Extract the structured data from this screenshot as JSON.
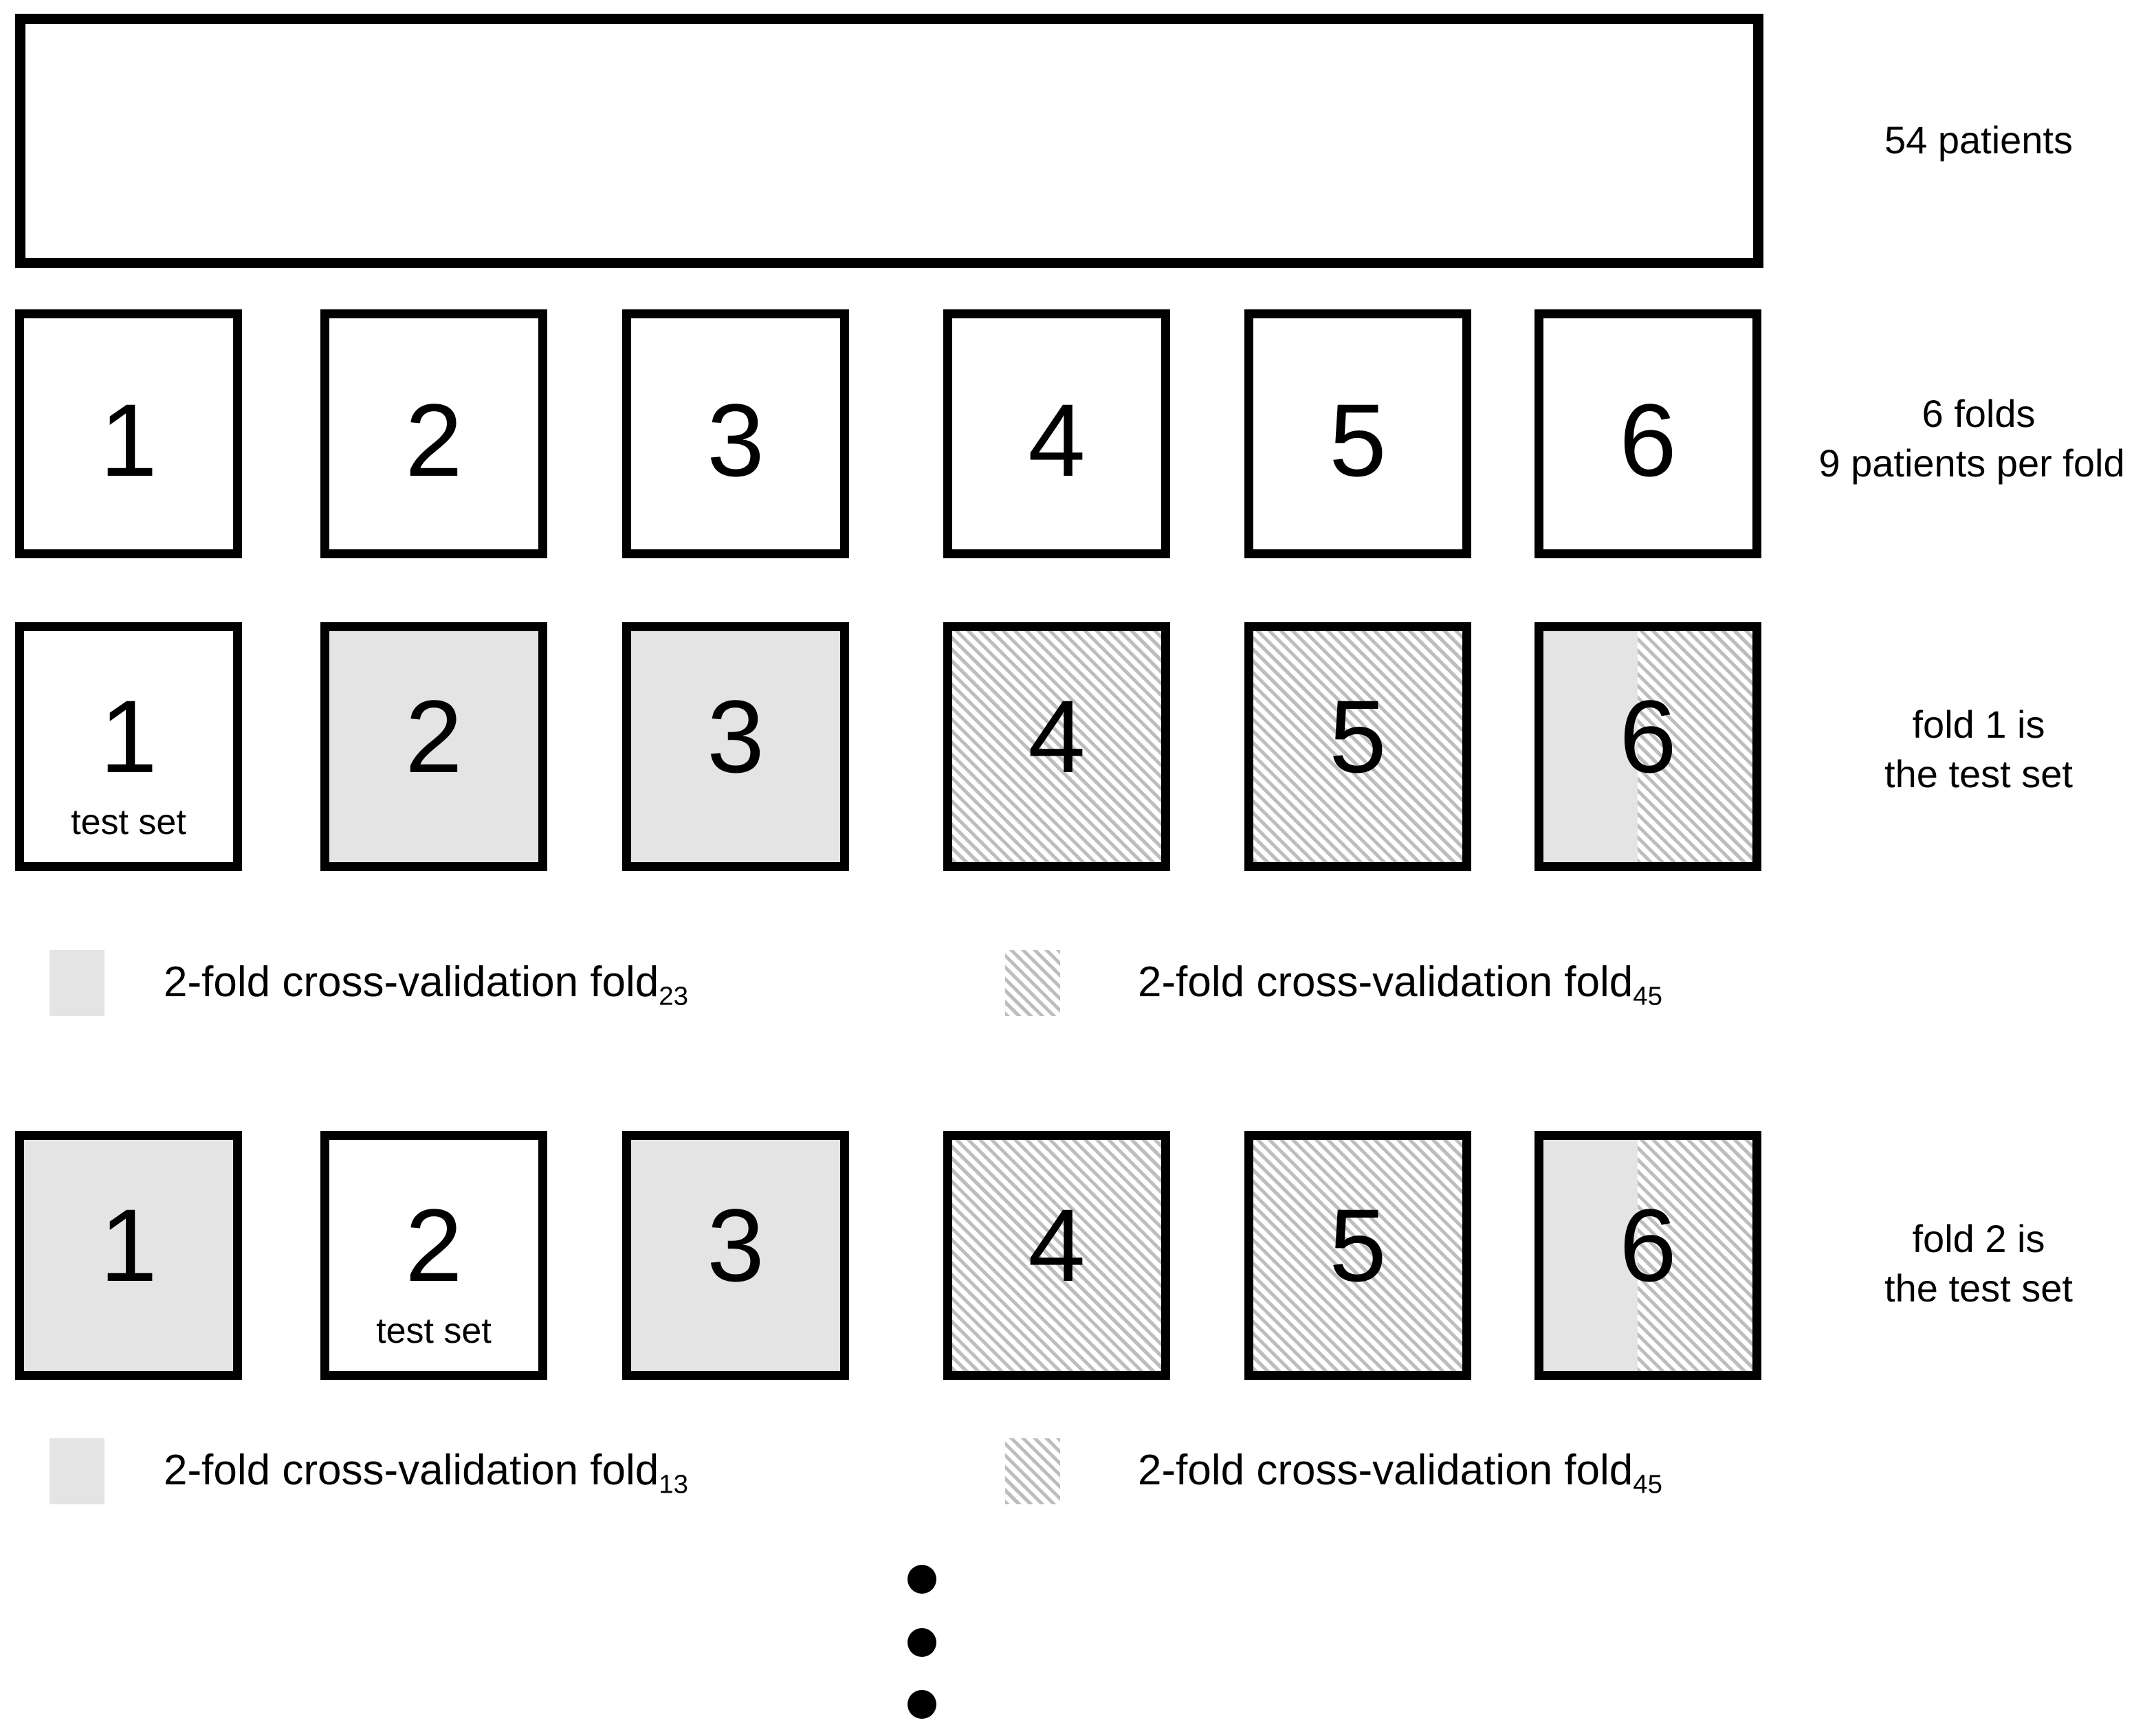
{
  "figure": {
    "title": "Nested cross-validation scheme diagram",
    "colors": {
      "outline": "#000000",
      "gray_fill": "#e4e4e4",
      "hatch_line": "#bdbdbd",
      "background": "#ffffff"
    }
  },
  "cohort": {
    "label": "54 patients",
    "count": 54
  },
  "folds_row": {
    "label_line1": "6 folds",
    "label_line2": "9 patients per fold",
    "boxes": [
      {
        "number": "1",
        "fill": "white"
      },
      {
        "number": "2",
        "fill": "white"
      },
      {
        "number": "3",
        "fill": "white"
      },
      {
        "number": "4",
        "fill": "white"
      },
      {
        "number": "5",
        "fill": "white"
      },
      {
        "number": "6",
        "fill": "white"
      }
    ]
  },
  "iteration1": {
    "label_line1": "fold 1 is",
    "label_line2": "the test set",
    "boxes": [
      {
        "number": "1",
        "fill": "white",
        "sublabel": "test set"
      },
      {
        "number": "2",
        "fill": "gray",
        "sublabel": ""
      },
      {
        "number": "3",
        "fill": "gray",
        "sublabel": ""
      },
      {
        "number": "4",
        "fill": "hatch",
        "sublabel": ""
      },
      {
        "number": "5",
        "fill": "hatch",
        "sublabel": ""
      },
      {
        "number": "6",
        "fill": "split",
        "sublabel": ""
      }
    ],
    "legend": [
      {
        "swatch": "gray",
        "text": "2-fold cross-validation fold",
        "subscript": "23"
      },
      {
        "swatch": "hatch",
        "text": "2-fold cross-validation fold",
        "subscript": "45"
      }
    ]
  },
  "iteration2": {
    "label_line1": "fold 2 is",
    "label_line2": "the test set",
    "boxes": [
      {
        "number": "1",
        "fill": "gray",
        "sublabel": ""
      },
      {
        "number": "2",
        "fill": "white",
        "sublabel": "test set"
      },
      {
        "number": "3",
        "fill": "gray",
        "sublabel": ""
      },
      {
        "number": "4",
        "fill": "hatch",
        "sublabel": ""
      },
      {
        "number": "5",
        "fill": "hatch",
        "sublabel": ""
      },
      {
        "number": "6",
        "fill": "split",
        "sublabel": ""
      }
    ],
    "legend": [
      {
        "swatch": "gray",
        "text": "2-fold cross-validation fold",
        "subscript": "13"
      },
      {
        "swatch": "hatch",
        "text": "2-fold cross-validation fold",
        "subscript": "45"
      }
    ]
  },
  "continuation": {
    "symbol": "vertical-ellipsis",
    "dots": 3
  }
}
